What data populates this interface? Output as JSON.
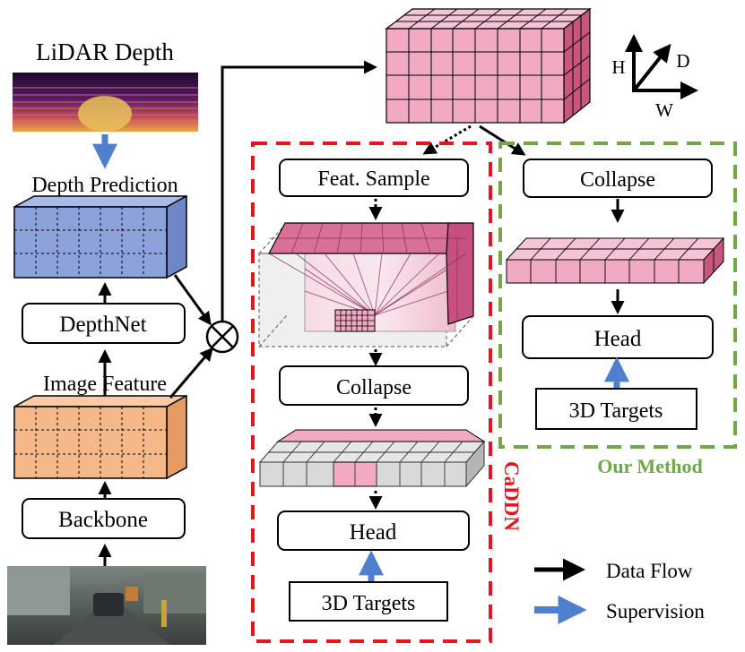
{
  "labels": {
    "lidar_depth": "LiDAR Depth",
    "depth_prediction": "Depth Prediction",
    "depthnet": "DepthNet",
    "image_feature": "Image Feature",
    "backbone": "Backbone",
    "feat_sample": "Feat. Sample",
    "collapse_caddn": "Collapse",
    "head_caddn": "Head",
    "targets_caddn": "3D Targets",
    "collapse_ours": "Collapse",
    "head_ours": "Head",
    "targets_ours": "3D Targets",
    "caddn": "CaDDN",
    "our_method": "Our Method"
  },
  "axes": {
    "h": "H",
    "d": "D",
    "w": "W"
  },
  "legend": {
    "data_flow": "Data Flow",
    "supervision": "Supervision"
  },
  "colors": {
    "voxel_pink": "#f1a9c4",
    "voxel_dark": "#c8577f",
    "blue_feature": "#8da2db",
    "orange_feature": "#f5b888",
    "caddn_red": "#e8141b",
    "ours_green": "#70a845",
    "supervision_blue": "#4f7fcf"
  },
  "icons": {
    "multiply": "circled-times-icon"
  }
}
